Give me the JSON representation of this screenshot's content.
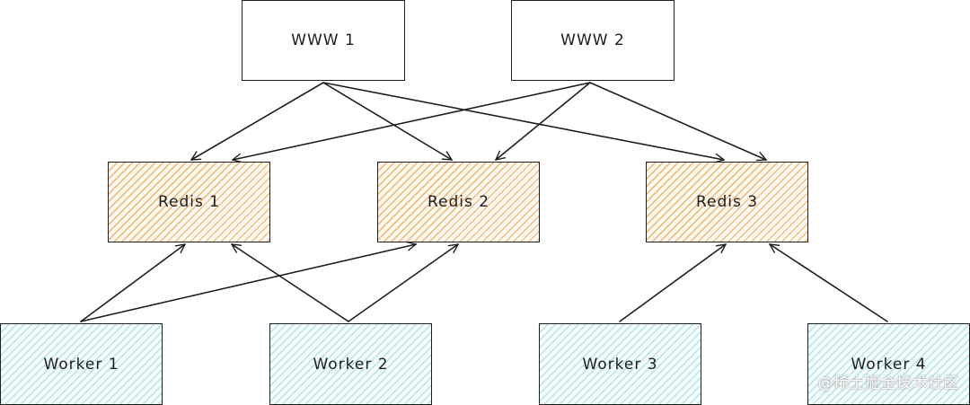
{
  "nodes": {
    "www1": "WWW 1",
    "www2": "WWW 2",
    "redis1": "Redis 1",
    "redis2": "Redis 2",
    "redis3": "Redis 3",
    "worker1": "Worker 1",
    "worker2": "Worker 2",
    "worker3": "Worker 3",
    "worker4": "Worker 4"
  },
  "edges": [
    {
      "from": "www1",
      "to": "redis1"
    },
    {
      "from": "www1",
      "to": "redis2"
    },
    {
      "from": "www1",
      "to": "redis3"
    },
    {
      "from": "www2",
      "to": "redis1"
    },
    {
      "from": "www2",
      "to": "redis2"
    },
    {
      "from": "www2",
      "to": "redis3"
    },
    {
      "from": "worker1",
      "to": "redis1"
    },
    {
      "from": "worker1",
      "to": "redis2"
    },
    {
      "from": "worker2",
      "to": "redis1"
    },
    {
      "from": "worker2",
      "to": "redis2"
    },
    {
      "from": "worker3",
      "to": "redis3"
    },
    {
      "from": "worker4",
      "to": "redis3"
    }
  ],
  "colors": {
    "stroke": "#1e1e1e",
    "redis_fill": "#f0aa5a",
    "worker_fill": "#78cdd2"
  },
  "watermark": "@稀土掘金技术社区"
}
